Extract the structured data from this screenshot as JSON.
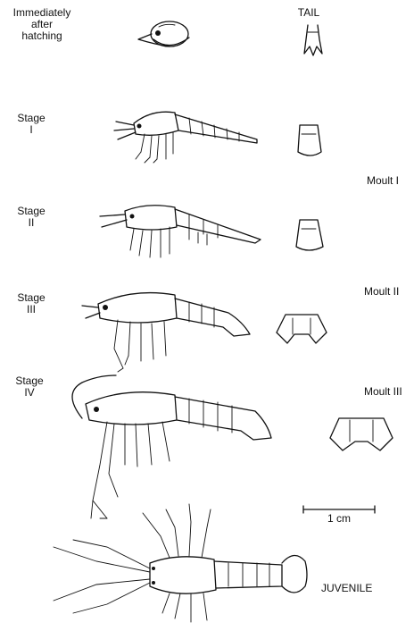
{
  "stage_labels": [
    {
      "lines": [
        "Immediately",
        "after",
        "hatching"
      ]
    },
    {
      "lines": [
        "Stage",
        "I"
      ]
    },
    {
      "lines": [
        "Stage",
        "II"
      ]
    },
    {
      "lines": [
        "Stage",
        "III"
      ]
    },
    {
      "lines": [
        "Stage",
        "IV"
      ]
    }
  ],
  "tail_header": "TAIL",
  "moult_labels": [
    "Moult I",
    "Moult II",
    "Moult III"
  ],
  "scale_bar_label": "1 cm",
  "juvenile_label": "JUVENILE"
}
